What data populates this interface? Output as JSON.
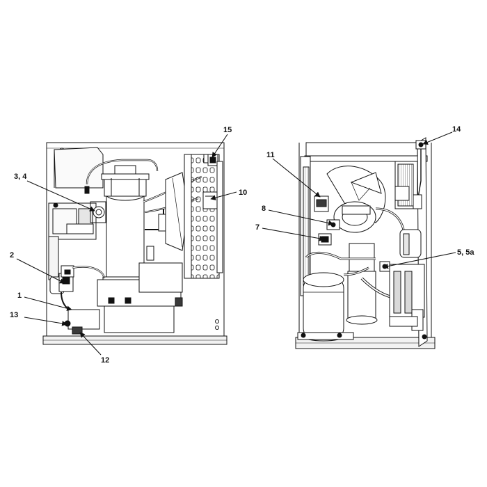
{
  "figure": {
    "view_left": {
      "name": "left-unit-view",
      "callouts": [
        {
          "id": "c15",
          "label": "15"
        },
        {
          "id": "c10",
          "label": "10"
        },
        {
          "id": "c34",
          "label": "3, 4"
        },
        {
          "id": "c2",
          "label": "2"
        },
        {
          "id": "c1",
          "label": "1"
        },
        {
          "id": "c13",
          "label": "13"
        },
        {
          "id": "c12",
          "label": "12"
        }
      ]
    },
    "view_right": {
      "name": "right-unit-view",
      "callouts": [
        {
          "id": "c14",
          "label": "14"
        },
        {
          "id": "c11",
          "label": "11"
        },
        {
          "id": "c8",
          "label": "8"
        },
        {
          "id": "c7",
          "label": "7"
        },
        {
          "id": "c55a",
          "label": "5, 5a"
        }
      ]
    }
  },
  "colors": {
    "ink": "#111111",
    "paper": "#ffffff",
    "shade": "#d9d9d9",
    "dark": "#3a3a3a"
  }
}
